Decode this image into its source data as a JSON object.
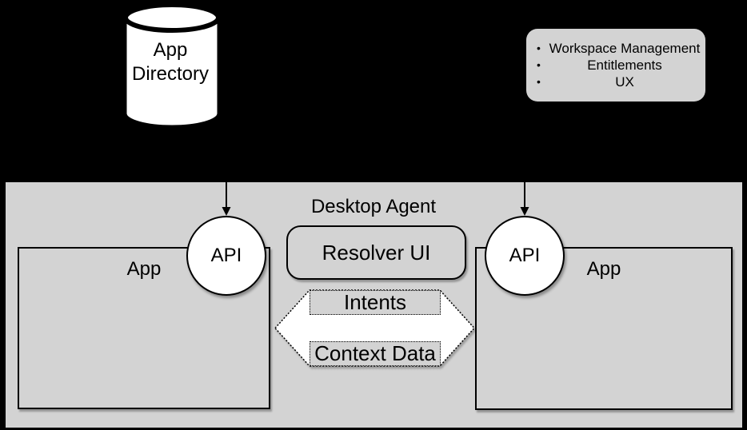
{
  "colors": {
    "background": "#000000",
    "panel_fill": "#d3d3d3",
    "shape_fill": "#ffffff",
    "stroke": "#000000"
  },
  "app_directory": {
    "line1": "App",
    "line2": "Directory"
  },
  "features_box": {
    "bullet": "•",
    "items": [
      "Workspace Management",
      "Entitlements",
      "UX"
    ]
  },
  "desktop_agent": {
    "title": "Desktop Agent",
    "resolver": {
      "label": "Resolver UI"
    },
    "apps": {
      "left": "App",
      "right": "App"
    },
    "api": {
      "left": "API",
      "right": "API"
    },
    "flows": {
      "intents": "Intents",
      "context": "Context Data"
    }
  }
}
